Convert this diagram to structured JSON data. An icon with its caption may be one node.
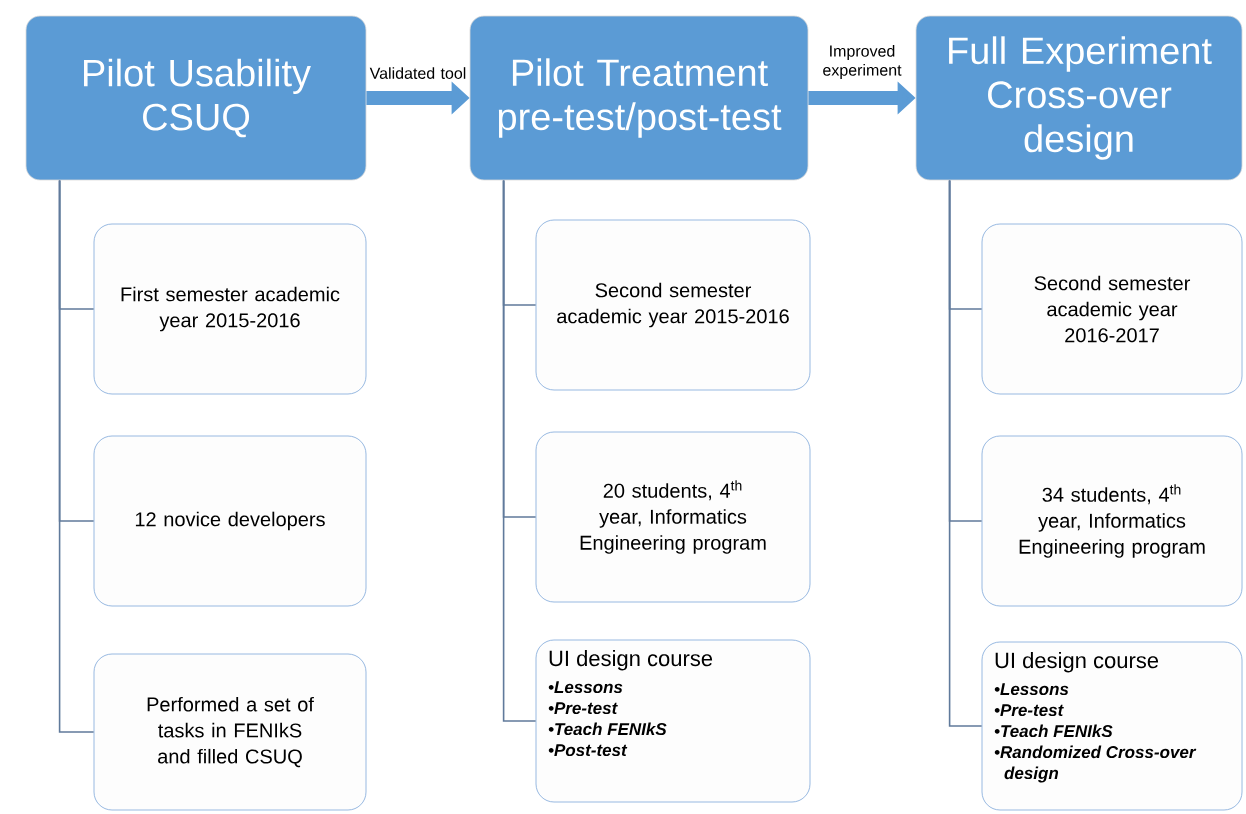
{
  "diagram": {
    "nodes": [
      {
        "text": [
          "Pilot Usability CSUQ"
        ]
      },
      {
        "text": [
          "First semester academic year 2015-2016"
        ]
      },
      {
        "text": [
          "12 novice developers"
        ]
      },
      {
        "text": [
          "Performed a set of tasks in FENIkS and filled CSUQ"
        ]
      },
      {
        "text": [
          "Pilot Treatment pre-test/post-test"
        ]
      },
      {
        "text": [
          "Second semester academic year 2015-2016"
        ]
      },
      {
        "text": [
          "20 students, 4$^{th}$ year, Informatics Engineering program"
        ]
      },
      {
        "text": [
          "UI design course",
          "•Lessons",
          "•Pre-test",
          "•Teach FENIkS",
          "•Post-test"
        ]
      },
      {
        "text": [
          "Full Experiment Cross-over design"
        ]
      },
      {
        "text": [
          "Second semester academic year 2016-2017"
        ]
      },
      {
        "text": [
          "34 students, 4$^{th}$ year, Informatics Engineering program"
        ]
      },
      {
        "text": [
          "UI design course",
          "•Lessons",
          "•Pre-test",
          "•Teach FENIkS",
          "•Randomized Cross-over design"
        ]
      }
    ],
    "edges": [
      {
        "from": 0,
        "to": 4,
        "arrow": "to",
        "label": "Validated tool",
        "style": "thick"
      },
      {
        "from": 4,
        "to": 8,
        "arrow": "to",
        "label": "Improved experiment",
        "style": "thick"
      },
      {
        "from": 0,
        "to": 1,
        "arrow": "none"
      },
      {
        "from": 0,
        "to": 2,
        "arrow": "none"
      },
      {
        "from": 0,
        "to": 3,
        "arrow": "none"
      },
      {
        "from": 4,
        "to": 5,
        "arrow": "none"
      },
      {
        "from": 4,
        "to": 6,
        "arrow": "none"
      },
      {
        "from": 4,
        "to": 7,
        "arrow": "none"
      },
      {
        "from": 8,
        "to": 9,
        "arrow": "none"
      },
      {
        "from": 8,
        "to": 10,
        "arrow": "none"
      },
      {
        "from": 8,
        "to": 11,
        "arrow": "none"
      }
    ]
  }
}
